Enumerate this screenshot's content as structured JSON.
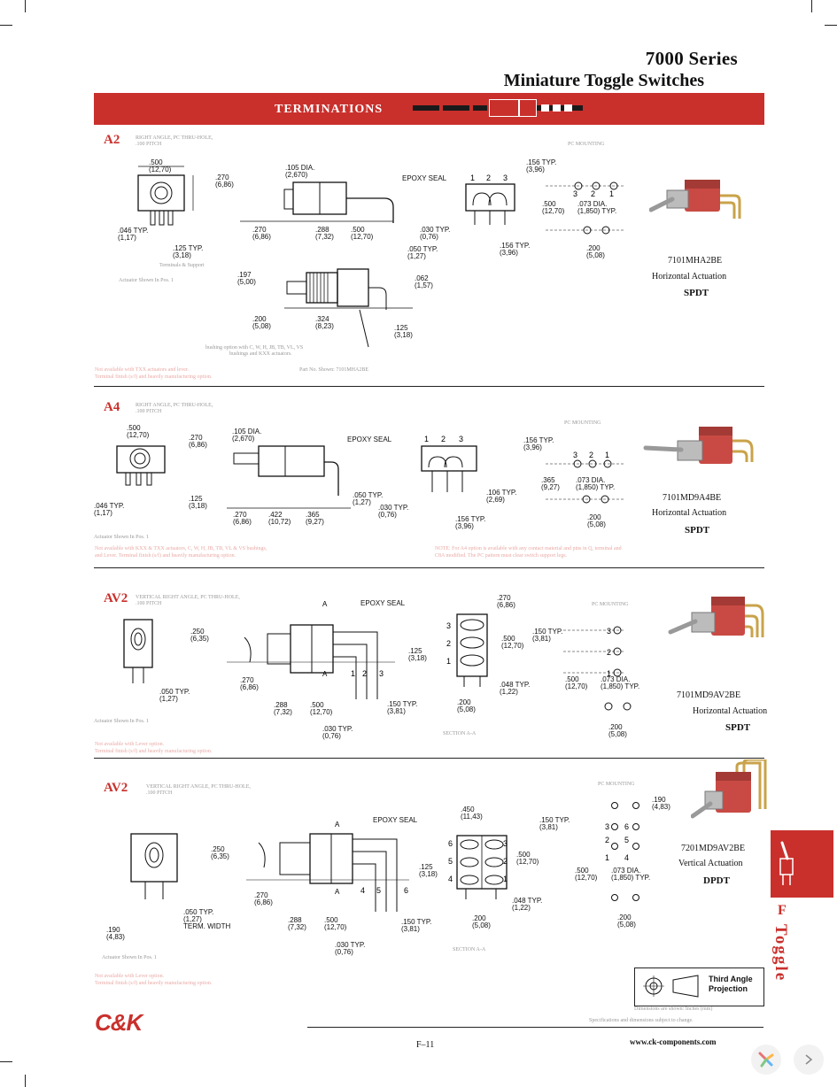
{
  "header": {
    "series": "7000 Series",
    "subtitle": "Miniature Toggle Switches",
    "banner_title": "TERMINATIONS"
  },
  "sections": [
    {
      "code": "A2",
      "pc_mounting": "PC MOUNTING",
      "part_number": "7101MHA2BE",
      "actuation": "Horizontal Actuation",
      "pole": "SPDT",
      "dims": {
        "width": ".500\n(12,70)",
        "height": ".270\n(6,86)",
        "pin_gap": ".046 TYP.\n(1,17)",
        "pin_len": ".125 TYP.\n(3,18)",
        "dia": ".105 DIA.\n(2,670)",
        "epoxy": "EPOXY SEAL",
        "len_a": ".270\n(6,86)",
        "len_b": ".288\n(7,32)",
        "len_c": ".500\n(12,70)",
        "term_a": ".030 TYP.\n(0,76)",
        "term_b": ".050 TYP.\n(1,27)",
        "pitch": ".156 TYP.\n(3,96)",
        "pc_a": ".156 TYP.\n(3,96)",
        "pc_b": ".500\n(12,70)",
        "pc_c": ".073 DIA.\n(1,850) TYP.",
        "pc_d": ".200\n(5,08)",
        "bush_a": ".197\n(5,00)",
        "bush_b": ".200\n(5,08)",
        "bush_c": ".324\n(8,23)",
        "bush_d": ".062\n(1,57)",
        "bush_e": ".125\n(3,18)"
      },
      "pins": [
        "1",
        "2",
        "3"
      ],
      "pc_pins": [
        "3",
        "2",
        "1"
      ]
    },
    {
      "code": "A4",
      "pc_mounting": "PC MOUNTING",
      "part_number": "7101MD9A4BE",
      "actuation": "Horizontal Actuation",
      "pole": "SPDT",
      "dims": {
        "width": ".500\n(12,70)",
        "height": ".270\n(6,86)",
        "pin_gap": ".046 TYP.\n(1,17)",
        "pin_len": ".125\n(3,18)",
        "dia": ".105 DIA.\n(2,670)",
        "epoxy": "EPOXY SEAL",
        "len_a": ".270\n(6,86)",
        "len_b": ".422\n(10,72)",
        "len_c": ".365\n(9,27)",
        "term_a": ".050 TYP.\n(1,27)",
        "term_b": ".030 TYP.\n(0,76)",
        "pitch": ".156 TYP.\n(3,96)",
        "side": ".106 TYP.\n(2,69)",
        "pc_a": ".156 TYP.\n(3,96)",
        "pc_b": ".365\n(9,27)",
        "pc_c": ".073 DIA.\n(1,850) TYP.",
        "pc_d": ".200\n(5,08)"
      },
      "pins": [
        "1",
        "2",
        "3"
      ],
      "pc_pins": [
        "3",
        "2",
        "1"
      ]
    },
    {
      "code": "AV2",
      "pc_mounting": "PC MOUNTING",
      "part_number": "7101MD9AV2BE",
      "actuation": "Horizontal Actuation",
      "pole": "SPDT",
      "dims": {
        "epoxy": "EPOXY SEAL",
        "a_mark": "A",
        "front_a": ".250\n(6,35)",
        "front_b": ".270\n(6,86)",
        "front_c": ".288\n(7,32)",
        "front_d": ".500\n(12,70)",
        "front_e": ".030 TYP.\n(0,76)",
        "front_f": ".150 TYP.\n(3,81)",
        "front_g": ".125\n(3,18)",
        "pin_pitch": ".050 TYP.\n(1,27)",
        "top_a": ".270\n(6,86)",
        "top_b": ".500\n(12,70)",
        "top_c": ".048 TYP.\n(1,22)",
        "top_d": ".200\n(5,08)",
        "pc_a": ".150 TYP.\n(3,81)",
        "pc_b": ".500\n(12,70)",
        "pc_c": ".073 DIA.\n(1,850) TYP.",
        "pc_d": ".200\n(5,08)"
      },
      "pins": [
        "1",
        "2",
        "3"
      ],
      "pc_pins": [
        "3",
        "2",
        "1"
      ]
    },
    {
      "code": "AV2",
      "pc_mounting": "PC MOUNTING",
      "part_number": "7201MD9AV2BE",
      "actuation": "Vertical Actuation",
      "pole": "DPDT",
      "dims": {
        "epoxy": "EPOXY SEAL",
        "a_mark": "A",
        "front_a": ".250\n(6,35)",
        "front_b": ".270\n(6,86)",
        "front_c": ".288\n(7,32)",
        "front_d": ".500\n(12,70)",
        "front_e": ".030 TYP.\n(0,76)",
        "front_f": ".150 TYP.\n(3,81)",
        "front_g": ".125\n(3,18)",
        "pin_pitch": ".050 TYP.\n(1,27)\nTERM. WIDTH",
        "pin_h": ".190\n(4,83)",
        "top_a": ".450\n(11,43)",
        "top_b": ".500\n(12,70)",
        "top_c": ".048 TYP.\n(1,22)",
        "top_d": ".200\n(5,08)",
        "pc_a": ".150 TYP.\n(3,81)",
        "pc_b": ".500\n(12,70)",
        "pc_c": ".073 DIA.\n(1,850) TYP.",
        "pc_d": ".200\n(5,08)",
        "pc_e": ".190\n(4,83)"
      },
      "pins": [
        "1",
        "2",
        "3",
        "4",
        "5",
        "6"
      ],
      "pc_pins": [
        "3",
        "6",
        "2",
        "5",
        "1",
        "4"
      ]
    }
  ],
  "side_tab": {
    "letter": "F",
    "word": "Toggle"
  },
  "third_angle": "Third Angle\nProjection",
  "footer": {
    "page": "F–11",
    "website": "www.ck-components.com",
    "logo": "C&K"
  },
  "colors": {
    "accent": "#c9302c"
  }
}
